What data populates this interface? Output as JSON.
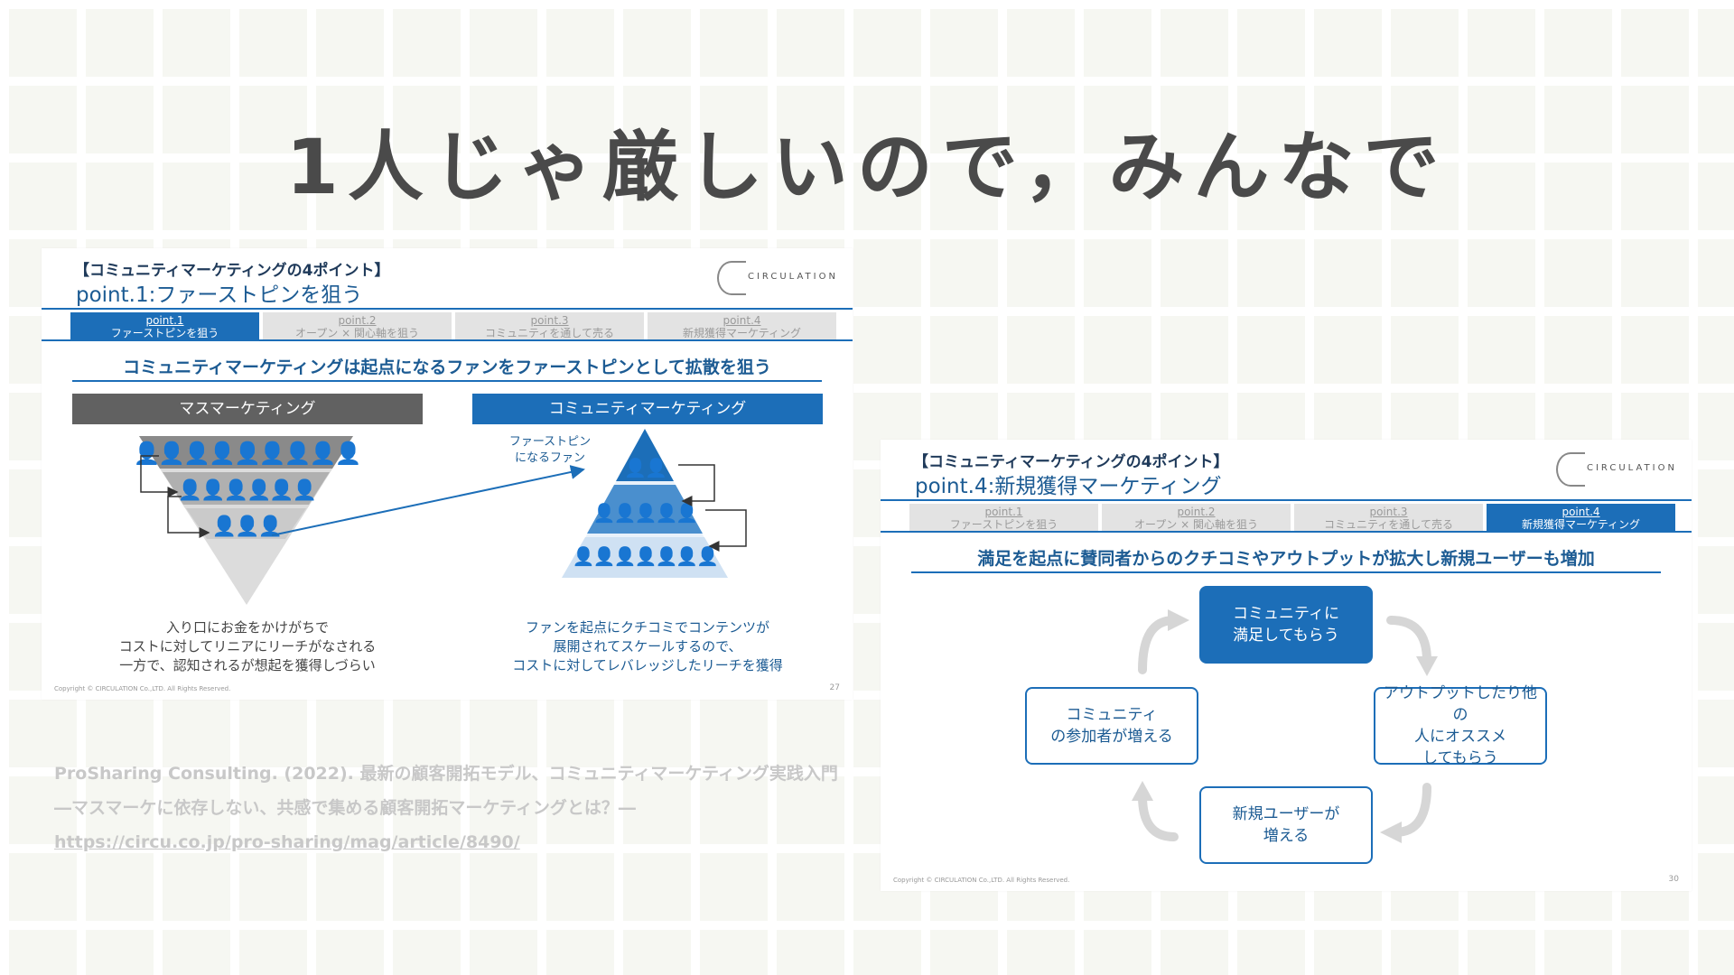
{
  "title": "1人じゃ厳しいので，みんなで",
  "slide1": {
    "subtitle": "【コミュニティマーケティングの4ポイント】",
    "title": "point.1:ファーストピンを狙う",
    "logo": "CIRCULATION",
    "tabs": [
      {
        "label": "point.1",
        "sub": "ファーストピンを狙う",
        "active": true
      },
      {
        "label": "point.2",
        "sub": "オープン × 関心軸を狙う",
        "active": false
      },
      {
        "label": "point.3",
        "sub": "コミュニティを通して売る",
        "active": false
      },
      {
        "label": "point.4",
        "sub": "新規獲得マーケティング",
        "active": false
      }
    ],
    "heading": "コミュニティマーケティングは起点になるファンをファーストピンとして拡散を狙う",
    "left_label": "マスマーケティング",
    "right_label": "コミュニティマーケティング",
    "pin_label_1": "ファーストピン",
    "pin_label_2": "になるファン",
    "left_caption": [
      "入り口にお金をかけがちで",
      "コストに対してリニアにリーチがなされる",
      "一方で、認知されるが想起を獲得しづらい"
    ],
    "right_caption": [
      "ファンを起点にクチコミでコンテンツが",
      "展開されてスケールするので、",
      "コストに対してレバレッジしたリーチを獲得"
    ],
    "copyright": "Copyright © CIRCULATION Co.,LTD. All Rights Reserved.",
    "page": "27",
    "colors": {
      "dark_gray": "#616161",
      "blue": "#1c6eb8"
    }
  },
  "slide2": {
    "subtitle": "【コミュニティマーケティングの4ポイント】",
    "title": "point.4:新規獲得マーケティング",
    "logo": "CIRCULATION",
    "tabs": [
      {
        "label": "point.1",
        "sub": "ファーストピンを狙う",
        "active": false
      },
      {
        "label": "point.2",
        "sub": "オープン × 関心軸を狙う",
        "active": false
      },
      {
        "label": "point.3",
        "sub": "コミュニティを通して売る",
        "active": false
      },
      {
        "label": "point.4",
        "sub": "新規獲得マーケティング",
        "active": true
      }
    ],
    "heading": "満足を起点に賛同者からのクチコミやアウトプットが拡大し新規ユーザーも増加",
    "cycle": {
      "top": "コミュニティに\n満足してもらう",
      "right": "アウトプットしたり他の\n人にオススメ\nしてもらう",
      "bottom": "新規ユーザーが\n増える",
      "left": "コミュニティ\nの参加者が増える"
    },
    "copyright": "Copyright © CIRCULATION Co.,LTD. All Rights Reserved.",
    "page": "30"
  },
  "citation": {
    "text": "ProSharing Consulting. (2022). 最新の顧客開拓モデル、コミュニティマーケティング実践入門　―マスマーケに依存しない、共感で集める顧客開拓マーケティングとは？―",
    "url": "https://circu.co.jp/pro-sharing/mag/article/8490/"
  }
}
